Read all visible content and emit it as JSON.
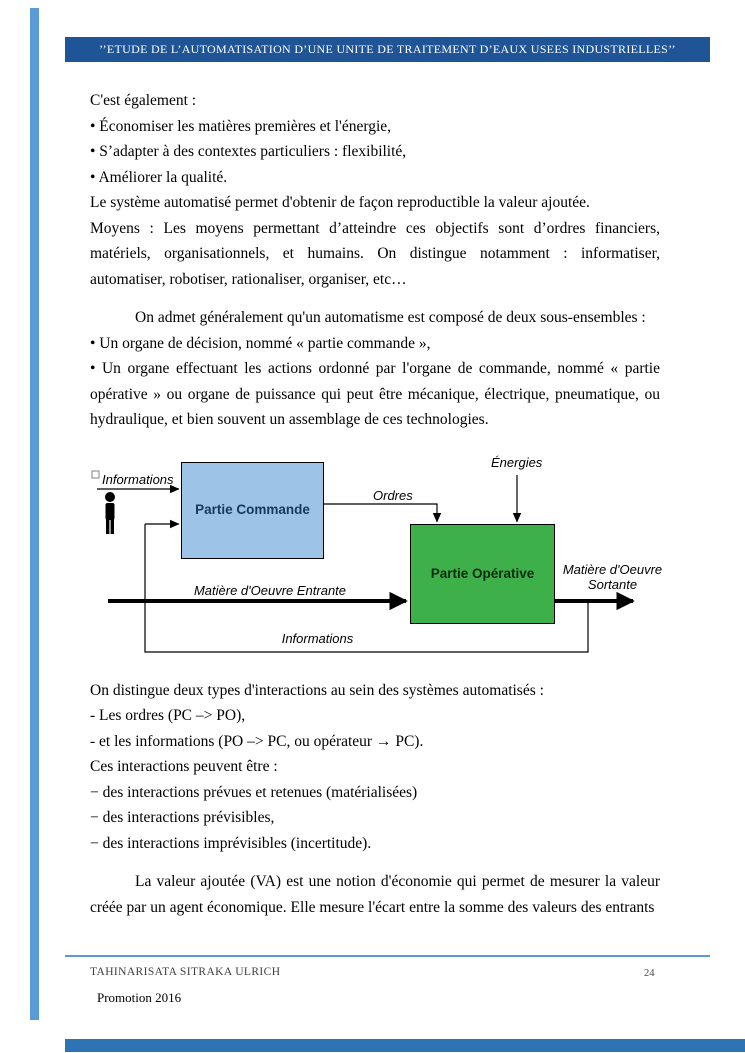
{
  "colors": {
    "accent_bar": "#5B9BD5",
    "header_bar": "#1F5496",
    "footer_rule": "#5B9BD5",
    "bottom_bar": "#2E74B5"
  },
  "header": {
    "title": "’’ETUDE DE L’AUTOMATISATION D’UNE UNITE DE TRAITEMENT D’EAUX USEES INDUSTRIELLES’’"
  },
  "body": {
    "p1": "C'est également :",
    "bullets1": [
      "• Économiser les matières premières et l'énergie,",
      "• S’adapter à des contextes particuliers : flexibilité,",
      "• Améliorer la qualité."
    ],
    "p2": "Le système automatisé permet d'obtenir de façon reproductible la valeur ajoutée.",
    "p3": "Moyens : Les moyens permettant d’atteindre ces objectifs sont d’ordres financiers, matériels, organisationnels, et humains. On distingue notamment : informatiser, automatiser, robotiser, rationaliser, organiser, etc…",
    "p4": "On admet généralement qu'un automatisme est composé de deux sous-ensembles :",
    "bullets2": [
      "• Un organe de décision, nommé « partie commande »,",
      "• Un organe effectuant les actions ordonné par l'organe de commande, nommé « partie opérative » ou organe de puissance qui peut être mécanique, électrique, pneumatique, ou hydraulique, et bien souvent un assemblage de ces technologies."
    ],
    "p5": "On distingue deux types d'interactions au sein des systèmes automatisés :",
    "lines2": [
      "- Les ordres (PC –> PO),",
      "- et les informations (PO –> PC, ou opérateur → PC).",
      "Ces interactions peuvent être :",
      "− des interactions prévues et retenues (matérialisées)",
      "− des interactions prévisibles,",
      "− des interactions imprévisibles (incertitude)."
    ],
    "p6": "La valeur ajoutée (VA) est une notion d'économie qui permet de mesurer la valeur créée par un agent économique. Elle mesure l'écart entre la somme des valeurs des entrants"
  },
  "diagram": {
    "informations_input": "Informations",
    "partie_commande": "Partie Commande",
    "ordres": "Ordres",
    "energies": "Énergies",
    "partie_operative": "Partie Opérative",
    "matiere_entrante": "Matière d'Oeuvre Entrante",
    "matiere_sortante": "Matière d'Oeuvre Sortante",
    "informations_feedback": "Informations",
    "colors": {
      "commande_fill": "#9DC3E6",
      "operative_fill": "#3EB049"
    }
  },
  "footer": {
    "author": "TAHINARISATA SITRAKA ULRICH",
    "page_number": "24",
    "promotion": "Promotion 2016"
  }
}
